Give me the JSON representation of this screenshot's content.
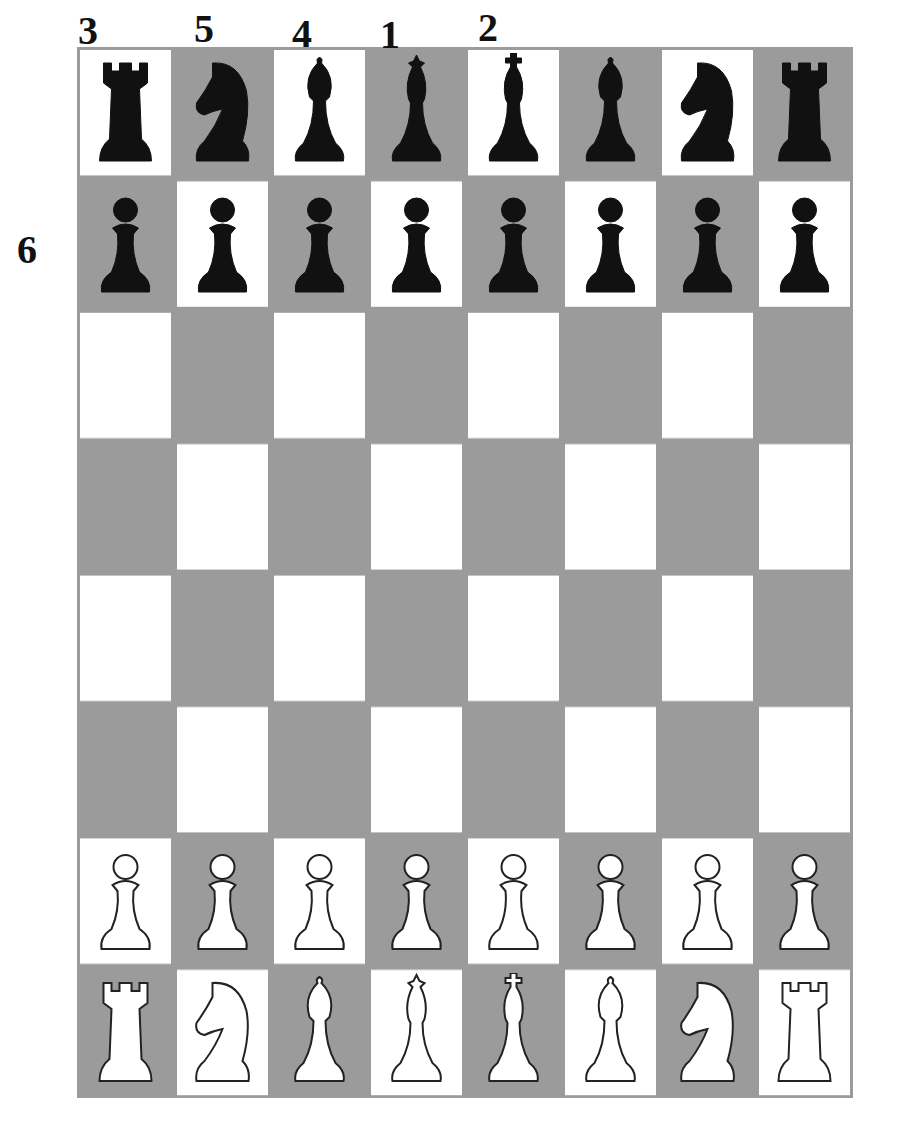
{
  "diagram": {
    "labels": [
      "3",
      "5",
      "4",
      "1",
      "2",
      "6"
    ]
  }
}
